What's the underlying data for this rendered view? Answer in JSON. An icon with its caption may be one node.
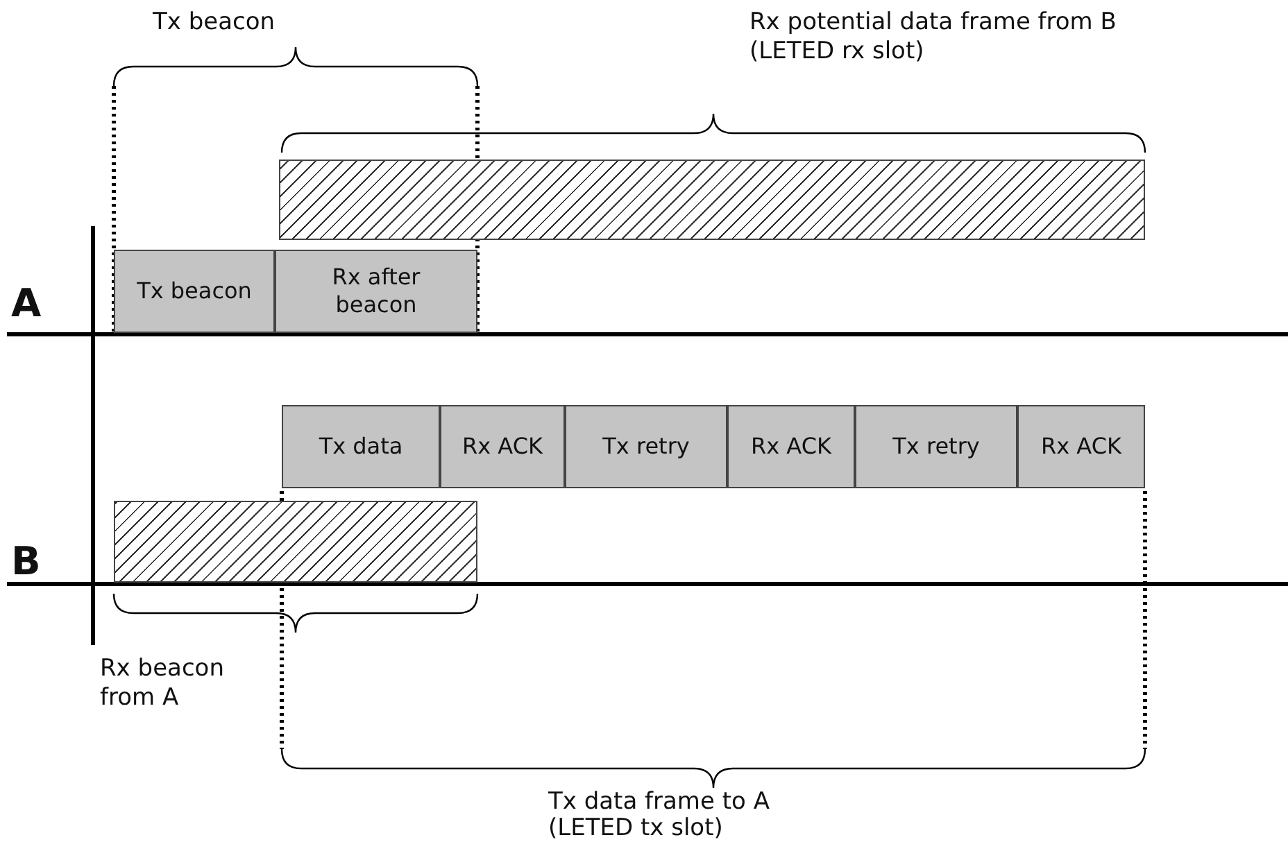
{
  "diagram": {
    "nodes": [
      {
        "text": [],
        "shape": "bar"
      },
      {
        "text": [
          "Tx beacon"
        ]
      },
      {
        "text": [
          "Rx after beacon"
        ]
      },
      {
        "text": [
          "Tx data"
        ]
      },
      {
        "text": [
          "Rx ACK"
        ]
      },
      {
        "text": [
          "Tx retry"
        ]
      },
      {
        "text": [
          "Rx ACK"
        ]
      },
      {
        "text": [
          "Tx retry"
        ]
      },
      {
        "text": [
          "Rx ACK"
        ]
      },
      {
        "text": [],
        "shape": "bar"
      }
    ],
    "labels": [
      "Tx beacon",
      "Rx potential data frame from B (LETED rx slot)",
      "A",
      "B",
      "Rx beacon from A",
      "Tx data frame to A (LETED tx slot)"
    ]
  }
}
